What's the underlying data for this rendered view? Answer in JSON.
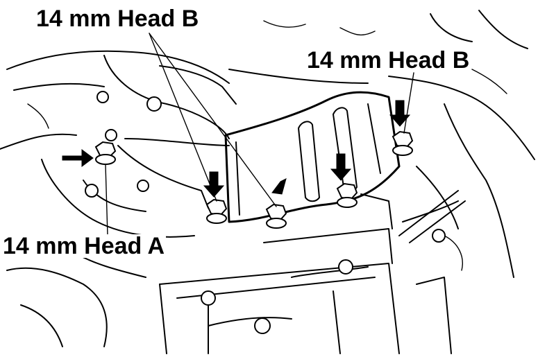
{
  "labels": {
    "head_b_top": "14 mm Head B",
    "head_b_right": "14 mm Head B",
    "head_a": "14 mm Head A"
  },
  "colors": {
    "ink": "#000000",
    "paper": "#ffffff"
  },
  "icons": {
    "bolt": "hex-bolt-icon",
    "arrow": "arrow-down-icon"
  }
}
